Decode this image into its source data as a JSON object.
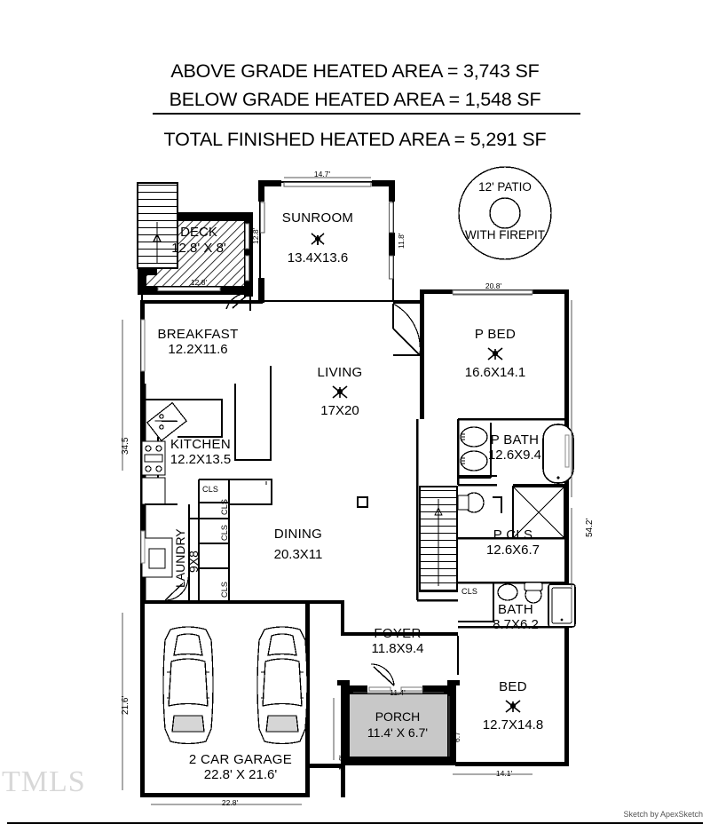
{
  "header": {
    "line1": "ABOVE GRADE HEATED AREA = 3,743 SF",
    "line2": "BELOW GRADE HEATED AREA = 1,548 SF",
    "line3": "TOTAL FINISHED HEATED AREA = 5,291 SF"
  },
  "rooms": {
    "deck": {
      "name": "DECK",
      "dims": "12.8' X 8'"
    },
    "sunroom": {
      "name": "SUNROOM",
      "dims": "13.4X13.6"
    },
    "patio": {
      "name": "12' PATIO",
      "dims": "WITH FIREPIT"
    },
    "breakfast": {
      "name": "BREAKFAST",
      "dims": "12.2X11.6"
    },
    "kitchen": {
      "name": "KITCHEN",
      "dims": "12.2X13.5"
    },
    "living": {
      "name": "LIVING",
      "dims": "17X20"
    },
    "dining": {
      "name": "DINING",
      "dims": "20.3X11"
    },
    "laundry": {
      "name": "LAUNDRY",
      "dims": "9X8"
    },
    "pbed": {
      "name": "P BED",
      "dims": "16.6X14.1"
    },
    "pbath": {
      "name": "P BATH",
      "dims": "12.6X9.4"
    },
    "pcls": {
      "name": "P CLS",
      "dims": "12.6X6.7"
    },
    "bath": {
      "name": "BATH",
      "dims": "8.7X6.2"
    },
    "bed": {
      "name": "BED",
      "dims": "12.7X14.8"
    },
    "foyer": {
      "name": "FOYER",
      "dims": "11.8X9.4"
    },
    "porch": {
      "name": "PORCH",
      "dims": "11.4' X 6.7'"
    },
    "garage": {
      "name": "2 CAR GARAGE",
      "dims": "22.8' X 21.6'"
    }
  },
  "closets": {
    "c1": "CLS",
    "c2": "CLS",
    "c3": "CLS",
    "c4": "CLS",
    "c5": "CLS"
  },
  "dimensions": {
    "sunroom_top": "14.7'",
    "sunroom_right": "11.8'",
    "deck_right": "12.8'",
    "deck_bottom": "12.8'",
    "pbed_top": "20.8'",
    "left_upper": "34.5",
    "right_long": "54.2'",
    "garage_left": "21.6'",
    "garage_bottom": "22.8'",
    "porch_top": "11.4'",
    "porch_right": "6.7'",
    "porch_left": "11.8'",
    "bed_bottom": "14.1'"
  },
  "watermark": {
    "mls": "TMLS",
    "credit": "Sketch by ApexSketch"
  },
  "colors": {
    "ink": "#000000",
    "porch_fill": "#c8c8c8",
    "watermark": "#d8d8d8"
  }
}
